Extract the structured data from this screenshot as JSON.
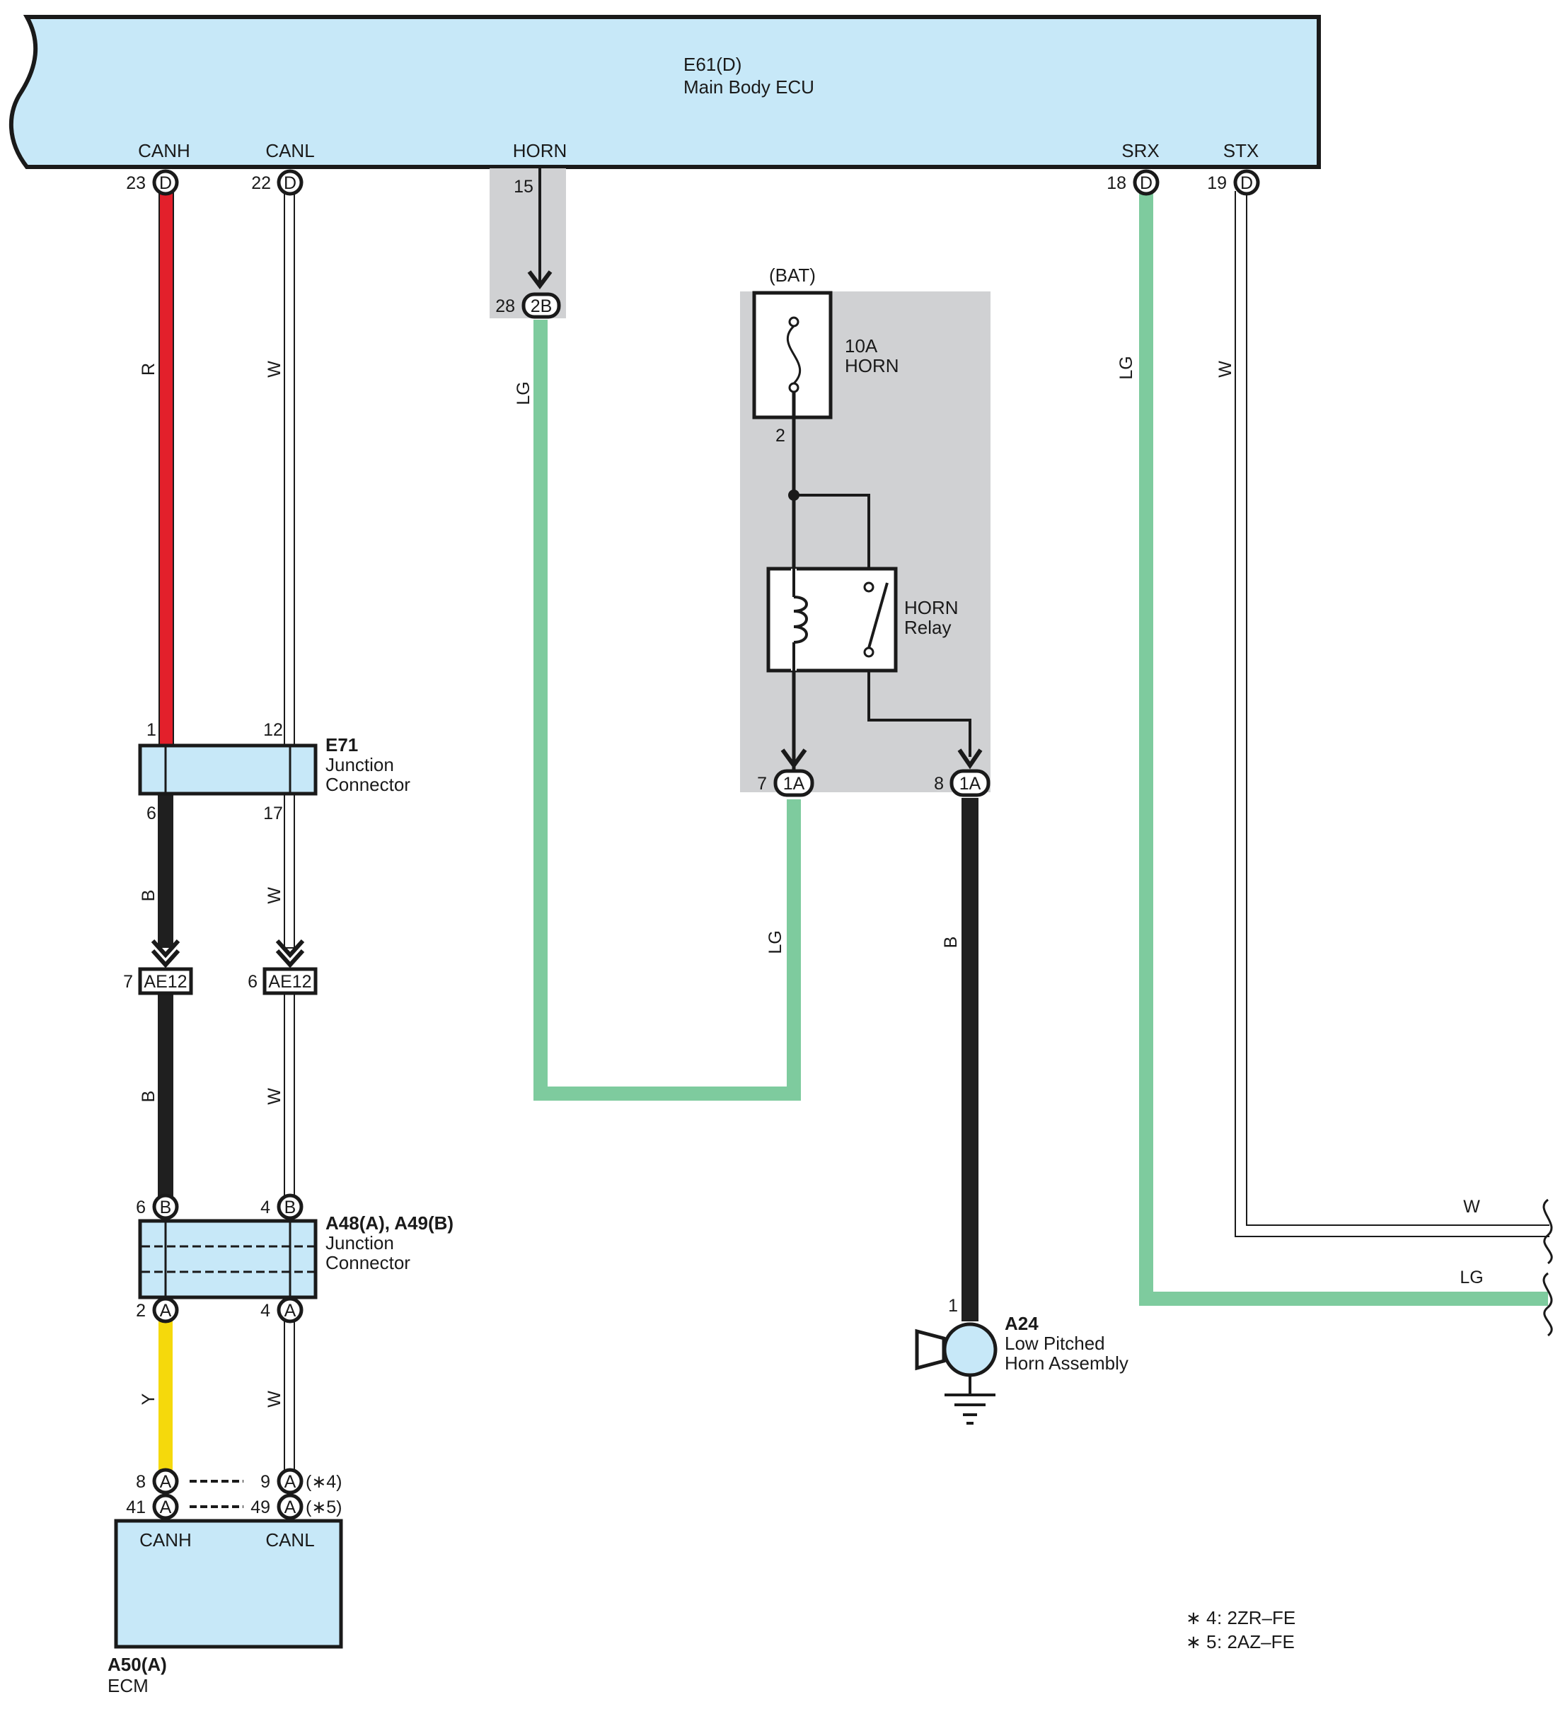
{
  "colors": {
    "wire_R": "#e3202b",
    "wire_W": "#ffffff",
    "wire_B": "#1f1f1f",
    "wire_LG": "#7ecb9e",
    "wire_Y": "#f5d90c",
    "component_fill": "#c7e8f8",
    "relay_area_fill": "#d0d1d3"
  },
  "ecu": {
    "code": "E61(D)",
    "name": "Main Body ECU",
    "terminals": [
      {
        "signal": "CANH",
        "pin": "23",
        "connector": "D"
      },
      {
        "signal": "CANL",
        "pin": "22",
        "connector": "D"
      },
      {
        "signal": "HORN",
        "pin": "15",
        "connector": ""
      },
      {
        "signal": "SRX",
        "pin": "18",
        "connector": "D"
      },
      {
        "signal": "STX",
        "pin": "19",
        "connector": "D"
      }
    ]
  },
  "horn_connector": {
    "pin": "28",
    "code": "2B"
  },
  "fuse": {
    "source": "(BAT)",
    "rating": "10A",
    "name": "HORN",
    "pin": "2"
  },
  "relay": {
    "name_line1": "HORN",
    "name_line2": "Relay"
  },
  "relay_block_pins": [
    {
      "pin": "7",
      "code": "1A"
    },
    {
      "pin": "8",
      "code": "1A"
    }
  ],
  "e71": {
    "code": "E71",
    "line1": "Junction",
    "line2": "Connector",
    "pins_top": [
      "1",
      "12"
    ],
    "pins_bottom": [
      "6",
      "17"
    ]
  },
  "ae12": [
    {
      "pin": "7",
      "code": "AE12"
    },
    {
      "pin": "6",
      "code": "AE12"
    }
  ],
  "a48": {
    "code": "A48(A), A49(B)",
    "line1": "Junction",
    "line2": "Connector",
    "pins_top": [
      {
        "pin": "6",
        "connector": "B"
      },
      {
        "pin": "4",
        "connector": "B"
      }
    ],
    "pins_bottom": [
      {
        "pin": "2",
        "connector": "A"
      },
      {
        "pin": "4",
        "connector": "A"
      }
    ]
  },
  "ecm": {
    "code": "A50(A)",
    "name": "ECM",
    "terminal_labels": [
      "CANH",
      "CANL"
    ],
    "pins_row1": [
      {
        "pin": "8",
        "connector": "A"
      },
      {
        "pin": "9",
        "connector": "A",
        "note": "(∗4)"
      }
    ],
    "pins_row2": [
      {
        "pin": "41",
        "connector": "A"
      },
      {
        "pin": "49",
        "connector": "A",
        "note": "(∗5)"
      }
    ]
  },
  "horn": {
    "code": "A24",
    "line1": "Low Pitched",
    "line2": "Horn Assembly",
    "pin": "1"
  },
  "wire_colors": {
    "canh_top": "R",
    "canl_top": "W",
    "canh_mid": "B",
    "canl_mid": "W",
    "canh_low": "B",
    "canl_low": "W",
    "canh_bottom": "Y",
    "canl_bottom": "W",
    "horn_signal": "LG",
    "relay_out": "LG",
    "horn_feed": "B",
    "srx": "LG",
    "stx": "W",
    "stx_right": "W",
    "srx_right": "LG"
  },
  "footnotes": [
    {
      "mark": "∗ 4",
      "text": ": 2ZR–FE"
    },
    {
      "mark": "∗ 5",
      "text": ": 2AZ–FE"
    }
  ]
}
